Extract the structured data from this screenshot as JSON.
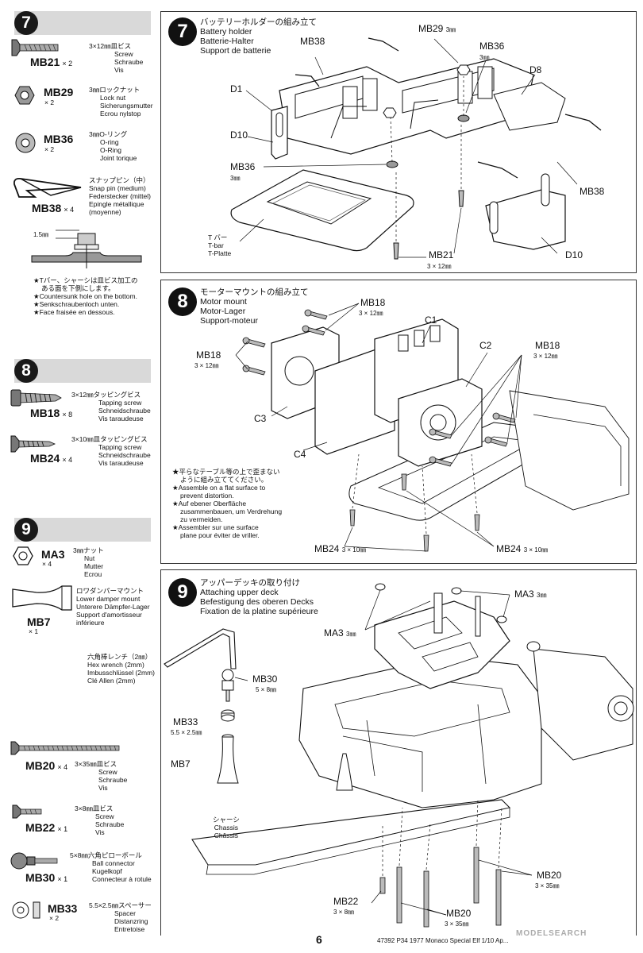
{
  "sidebar": {
    "step7": {
      "num": "7",
      "parts": [
        {
          "code": "MB21",
          "qty": "× 2",
          "desc": [
            "3×12㎜皿ビス",
            "Screw",
            "Schraube",
            "Vis"
          ]
        },
        {
          "code": "MB29",
          "qty": "× 2",
          "desc": [
            "3㎜ロックナット",
            "Lock nut",
            "Sicherungsmutter",
            "Ecrou nylstop"
          ]
        },
        {
          "code": "MB36",
          "qty": "× 2",
          "desc": [
            "3㎜O-リング",
            "O-ring",
            "O-Ring",
            "Joint torique"
          ]
        },
        {
          "code": "MB38",
          "qty": "× 4",
          "desc": [
            "スナップピン（中）",
            "Snap pin (medium)",
            "Federstecker (mittel)",
            "Epingle métallique",
            "(moyenne)"
          ]
        }
      ],
      "dim": "1.5㎜",
      "note": [
        "★Tバー、シャーシは皿ビス加工の",
        "ある面を下側にします。",
        "★Countersunk hole on the bottom.",
        "★Senkschraubenloch unten.",
        "★Face fraisée en dessous."
      ]
    },
    "step8": {
      "num": "8",
      "parts": [
        {
          "code": "MB18",
          "qty": "× 8",
          "desc": [
            "3×12㎜タッピングビス",
            "Tapping screw",
            "Schneidschraube",
            "Vis taraudeuse"
          ]
        },
        {
          "code": "MB24",
          "qty": "× 4",
          "desc": [
            "3×10㎜皿タッピングビス",
            "Tapping screw",
            "Schneidschraube",
            "Vis taraudeuse"
          ]
        }
      ]
    },
    "step9": {
      "num": "9",
      "parts": [
        {
          "code": "MA3",
          "qty": "× 4",
          "desc": [
            "3㎜ナット",
            "Nut",
            "Mutter",
            "Ecrou"
          ]
        },
        {
          "code": "MB7",
          "qty": "× 1",
          "desc": [
            "ロワダンパーマウント",
            "Lower damper mount",
            "Unterere Dämpfer-Lager",
            "Support d'amortisseur",
            "inférieure"
          ]
        },
        {
          "code": "MB20",
          "qty": "× 4",
          "desc": [
            "3×35㎜皿ビス",
            "Screw",
            "Schraube",
            "Vis"
          ]
        },
        {
          "code": "MB22",
          "qty": "× 1",
          "desc": [
            "3×8㎜皿ビス",
            "Screw",
            "Schraube",
            "Vis"
          ]
        },
        {
          "code": "MB30",
          "qty": "× 1",
          "desc": [
            "5×8㎜六角ピローボール",
            "Ball connector",
            "Kugelkopf",
            "Connecteur à rotule"
          ]
        },
        {
          "code": "MB33",
          "qty": "× 2",
          "desc": [
            "5.5×2.5㎜スペーサー",
            "Spacer",
            "Distanzring",
            "Entretoise"
          ]
        }
      ]
    }
  },
  "panel7": {
    "num": "7",
    "title": [
      "バッテリーホルダーの組み立て",
      "Battery holder",
      "Batterie-Halter",
      "Support de batterie"
    ],
    "labels": {
      "mb38a": "MB38",
      "mb29": "MB29",
      "mb29_dim": "3㎜",
      "mb36a": "MB36",
      "mb36a_dim": "3㎜",
      "d1": "D1",
      "d8": "D8",
      "d10a": "D10",
      "mb36b": "MB36",
      "mb36b_dim": "3㎜",
      "mb38b": "MB38",
      "mb21": "MB21",
      "mb21_dim": "3 × 12㎜",
      "d10b": "D10",
      "tbar": [
        "T バー",
        "T-bar",
        "T-Platte"
      ]
    }
  },
  "panel8": {
    "num": "8",
    "title": [
      "モーターマウントの組み立て",
      "Motor mount",
      "Motor-Lager",
      "Support-moteur"
    ],
    "labels": {
      "mb18a": "MB18",
      "mb18a_dim": "3 × 12㎜",
      "c1": "C1",
      "c2": "C2",
      "mb18b": "MB18",
      "mb18b_dim": "3 × 12㎜",
      "mb18c": "MB18",
      "mb18c_dim": "3 × 12㎜",
      "c3": "C3",
      "c4": "C4",
      "mb24a": "MB24",
      "mb24a_dim": "3 × 10㎜",
      "mb24b": "MB24",
      "mb24b_dim": "3 × 10㎜"
    },
    "note": [
      "★平らなテーブル等の上で歪まない",
      "ように組み立ててください。",
      "★Assemble on a flat surface to",
      "prevent distortion.",
      "★Auf ebener Oberfläche",
      "zusammenbauen, um Verdrehung",
      "zu vermeiden.",
      "★Assembler sur une surface",
      "plane pour éviter de vriller."
    ]
  },
  "panel9": {
    "num": "9",
    "title": [
      "アッパーデッキの取り付け",
      "Attaching upper deck",
      "Befestigung des oberen Decks",
      "Fixation de la platine supérieure"
    ],
    "labels": {
      "ma3a": "MA3",
      "ma3a_dim": "3㎜",
      "ma3b": "MA3",
      "ma3b_dim": "3㎜",
      "mb30": "MB30",
      "mb30_dim": "5 × 8㎜",
      "mb33": "MB33",
      "mb33_dim": "5.5 × 2.5㎜",
      "mb7": "MB7",
      "chassis": [
        "シャーシ",
        "Chassis",
        "Châssis"
      ],
      "mb20a": "MB20",
      "mb20a_dim": "3 × 35㎜",
      "mb22": "MB22",
      "mb22_dim": "3 × 8㎜",
      "mb20b": "MB20",
      "mb20b_dim": "3 × 35㎜"
    },
    "wrench": [
      "六角棒レンチ（2㎜）",
      "Hex wrench (2mm)",
      "Imbusschlüssel (2mm)",
      "Clé Allen (2mm)"
    ]
  },
  "footer": {
    "page": "6",
    "code": "47392 P34 1977 Monaco Special Elf 1/10 Ap...",
    "watermark": "MODELSEARCH"
  }
}
